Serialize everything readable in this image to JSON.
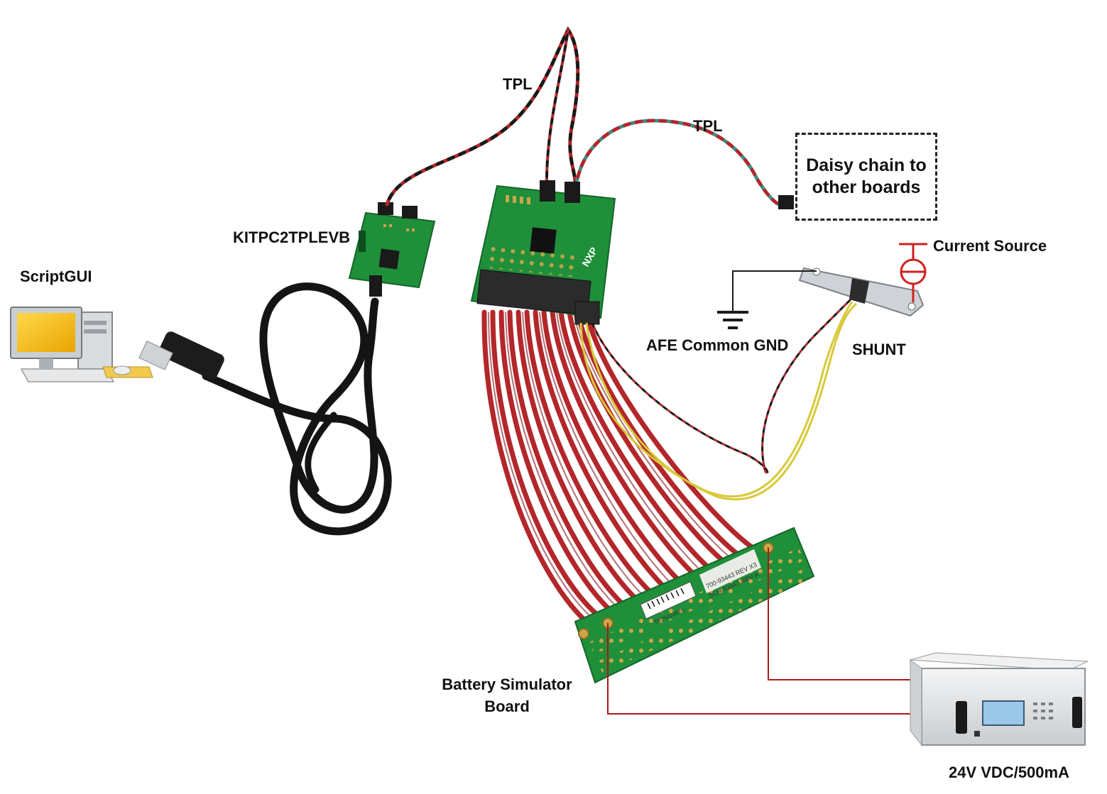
{
  "labels": {
    "tpl_upper": "TPL",
    "tpl_right": "TPL",
    "daisy_line1": "Daisy chain to",
    "daisy_line2": "other boards",
    "current_source": "Current Source",
    "kit": "KITPC2TPLEVB",
    "scriptgui": "ScriptGUI",
    "afe_gnd": "AFE Common GND",
    "shunt": "SHUNT",
    "battery_line1": "Battery Simulator",
    "battery_line2": "Board",
    "power_supply": "24V VDC/500mA",
    "board_text_1": "700-93443 REV X3",
    "board_text_2": "SCH-93443 REV A",
    "barcode_text": "TR25010076"
  },
  "colors": {
    "pcb_green": "#1f8f3a",
    "pcb_dark": "#14652a",
    "ribbon_red": "#b3262a",
    "wire_yellow": "#d8c93a",
    "wire_black": "#1a1a1a",
    "tpl_teal": "#3d8f86",
    "cable_black": "#141414",
    "ps_body": "#e4e6e8",
    "connection_red": "#b01818"
  },
  "icons": [
    "computer-icon",
    "usb-plug-icon",
    "ground-symbol-icon",
    "current-source-symbol-icon",
    "nxp-logo-icon"
  ]
}
